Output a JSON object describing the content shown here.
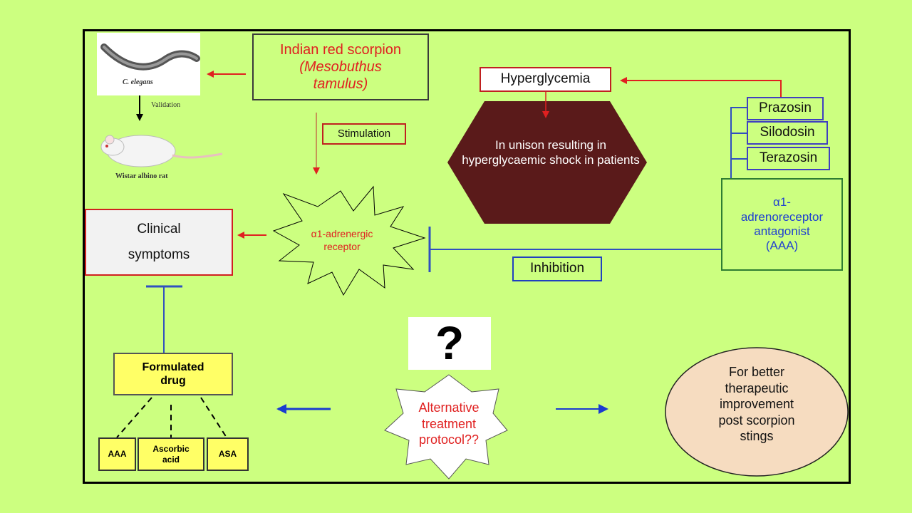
{
  "scorpion": {
    "line1": "Indian red scorpion",
    "line2": "(Mesobuthus",
    "line3": "tamulus)"
  },
  "hyperglycemia": "Hyperglycemia",
  "stimulation": "Stimulation",
  "shock": "In unison resulting in hyperglycaemic shock in patients",
  "clinical": {
    "line1": "Clinical",
    "line2": "symptoms"
  },
  "receptor": {
    "line1": "α1-adrenergic",
    "line2": "receptor"
  },
  "drugs": [
    "Prazosin",
    "Silodosin",
    "Terazosin"
  ],
  "antagonist": {
    "line1": "α1-",
    "line2": "adrenoreceptor",
    "line3": "antagonist",
    "line4": "(AAA)"
  },
  "inhibition": "Inhibition",
  "formulated": {
    "line1": "Formulated",
    "line2": "drug"
  },
  "components": {
    "aaa": "AAA",
    "ascorbic1": "Ascorbic",
    "ascorbic2": "acid",
    "asa": "ASA"
  },
  "question": "?",
  "alternative": {
    "line1": "Alternative",
    "line2": "treatment",
    "line3": "protocol??"
  },
  "better": {
    "line1": "For better",
    "line2": "therapeutic",
    "line3": "improvement",
    "line4": "post scorpion",
    "line5": "stings"
  },
  "captions": {
    "celegans": "C. elegans",
    "validation": "Validation",
    "rat": "Wistar albino rat"
  },
  "colors": {
    "background": "#ccff80",
    "red_arrow": "#e02020",
    "blue_line": "#3050c0",
    "hexagon": "#5a1a1a",
    "ellipse": "#f6dcc0",
    "yellow": "#ffff66"
  }
}
